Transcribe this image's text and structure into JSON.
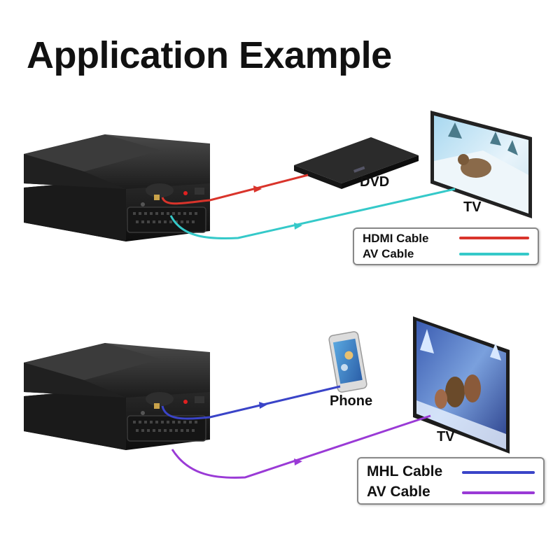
{
  "title": "Application Example",
  "diagram1": {
    "source_label": "DVD",
    "display_label": "TV",
    "legend": [
      {
        "label": "HDMI Cable",
        "color": "#d9342b"
      },
      {
        "label": "AV Cable",
        "color": "#35c9c9"
      }
    ]
  },
  "diagram2": {
    "source_label": "Phone",
    "display_label": "TV",
    "legend": [
      {
        "label": "MHL Cable",
        "color": "#3a44c8"
      },
      {
        "label": "AV Cable",
        "color": "#9a3ad6"
      }
    ]
  },
  "icons": [
    "scart-converter-icon",
    "dvd-player-icon",
    "tv-icon",
    "smartphone-icon"
  ]
}
